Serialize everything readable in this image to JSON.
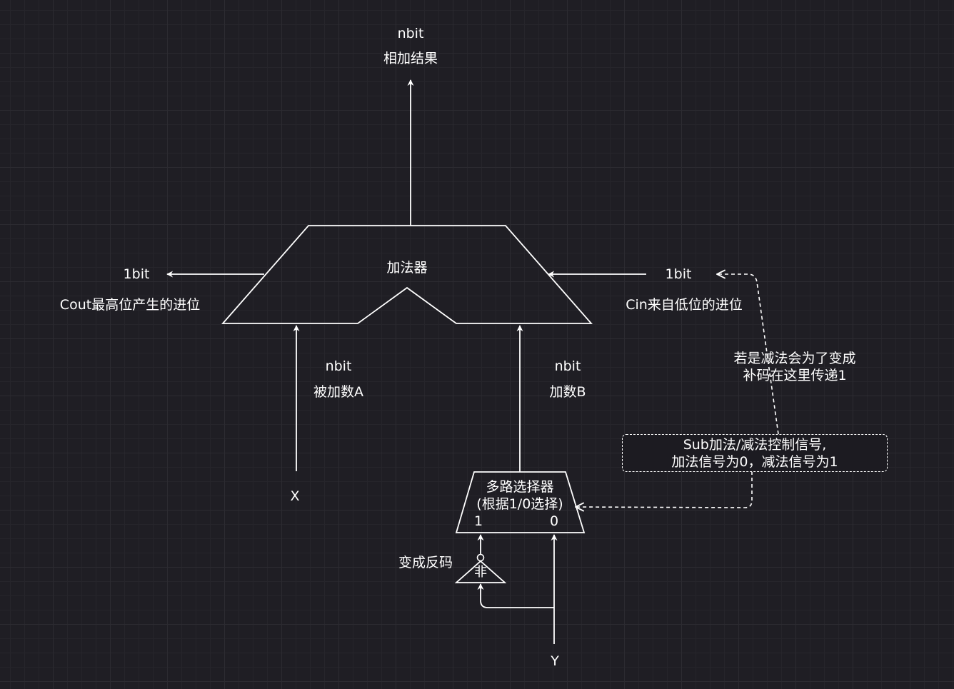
{
  "diagram": {
    "output": {
      "width_label": "nbit",
      "name_label": "相加结果"
    },
    "adder": {
      "label": "加法器"
    },
    "cout": {
      "width_label": "1bit",
      "name_label": "Cout最高位产生的进位"
    },
    "cin": {
      "width_label": "1bit",
      "name_label": "Cin来自低位的进位"
    },
    "input_a": {
      "width_label": "nbit",
      "name_label": "被加数A",
      "source_label": "X"
    },
    "input_b": {
      "width_label": "nbit",
      "name_label": "加数B",
      "source_label": "Y"
    },
    "mux": {
      "line1": "多路选择器",
      "line2": "(根据1/0选择)",
      "port_1": "1",
      "port_0": "0"
    },
    "not_gate": {
      "label": "非",
      "caption": "变成反码"
    },
    "sub_note": {
      "line1": "若是减法会为了变成",
      "line2": "补码在这里传递1"
    },
    "sub_signal": {
      "line1": "Sub加法/减法控制信号,",
      "line2": "加法信号为0，减法信号为1"
    },
    "colors": {
      "background": "#1f1e24",
      "grid": "#2c2b31",
      "stroke": "#ffffff"
    }
  }
}
